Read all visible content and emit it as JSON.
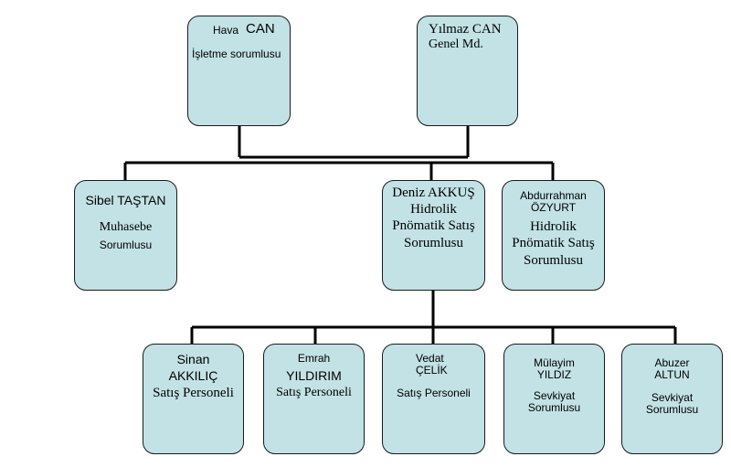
{
  "org_chart": {
    "top": [
      {
        "id": "hava-can",
        "line1_first": "Hava",
        "line1_last": "CAN",
        "line2": "İşletme sorumlusu"
      },
      {
        "id": "yilmaz-can",
        "line1": "Yılmaz CAN",
        "line2": "Genel Md."
      }
    ],
    "middle": [
      {
        "id": "sibel-tastan",
        "name": "Sibel TAŞTAN",
        "line2": "Muhasebe",
        "line3": "Sorumlusu"
      },
      {
        "id": "deniz-akkus",
        "name": "Deniz AKKUŞ",
        "line2": "Hidrolik",
        "line3": "Pnömatik Satış",
        "line4": "Sorumlusu"
      },
      {
        "id": "abdurrahman-ozyurt",
        "name1": "Abdurrahman",
        "name2": "ÖZYURT",
        "line3": "Hidrolik",
        "line4": "Pnömatik Satış",
        "line5": "Sorumlusu"
      }
    ],
    "bottom": [
      {
        "id": "sinan-akkilic",
        "line1": "Sinan",
        "line2": "AKKILIÇ",
        "line3": "Satış Personeli"
      },
      {
        "id": "emrah-yildirim",
        "line1": "Emrah",
        "line2": "YILDIRIM",
        "line3": "Satış Personeli"
      },
      {
        "id": "vedat-celik",
        "line1": "Vedat",
        "line2": "ÇELİK",
        "line3": "Satış Personeli"
      },
      {
        "id": "mulayim-yildiz",
        "line1": "Mülayim",
        "line2": "YILDIZ",
        "line3": "Sevkiyat",
        "line4": "Sorumlusu"
      },
      {
        "id": "abuzer-altun",
        "line1": "Abuzer",
        "line2": "ALTUN",
        "line3": "Sevkiyat",
        "line4": "Sorumlusu"
      }
    ]
  }
}
